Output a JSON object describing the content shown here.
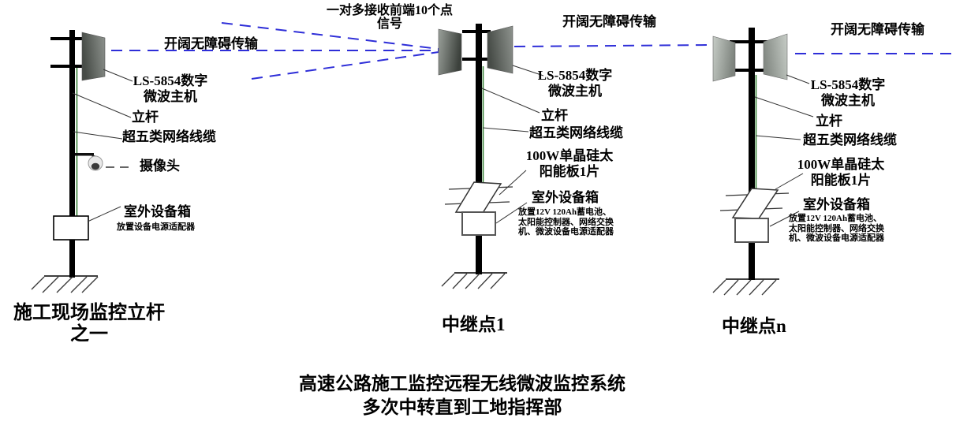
{
  "colors": {
    "signal_blue": "#2e2ed8",
    "cable_green": "#2f7d2f",
    "pointer_gray": "#333333"
  },
  "top_note": {
    "line1": "一对多接收前端10个点",
    "line2": "信号"
  },
  "title": {
    "line1": "高速公路施工监控远程无线微波监控系统",
    "line2": "多次中转直到工地指挥部"
  },
  "sites": {
    "site1": {
      "link_label": "开阔无障碍传输",
      "antenna_label_line1": "LS-5854数字",
      "antenna_label_line2": "微波主机",
      "pole_label": "立杆",
      "cable_label": "超五类网络线缆",
      "camera_label": "摄像头",
      "box_label": "室外设备箱",
      "box_sub_line1": "放置设备电源适配器",
      "caption_line1": "施工现场监控立杆",
      "caption_line2": "之一"
    },
    "site2": {
      "link_label": "开阔无障碍传输",
      "antenna_label_line1": "LS-5854数字",
      "antenna_label_line2": "微波主机",
      "pole_label": "立杆",
      "cable_label": "超五类网络线缆",
      "solar_label_line1": "100W单晶硅太",
      "solar_label_line2": "阳能板1片",
      "box_label": "室外设备箱",
      "box_sub_line1": "放置12V 120Ah蓄电池、",
      "box_sub_line2": "太阳能控制器、网络交换",
      "box_sub_line3": "机、微波设备电源适配器",
      "caption": "中继点1"
    },
    "site3": {
      "link_label": "开阔无障碍传输",
      "antenna_label_line1": "LS-5854数字",
      "antenna_label_line2": "微波主机",
      "pole_label": "立杆",
      "cable_label": "超五类网络线缆",
      "solar_label_line1": "100W单晶硅太",
      "solar_label_line2": "阳能板1片",
      "box_label": "室外设备箱",
      "box_sub_line1": "放置12V 120Ah蓄电池、",
      "box_sub_line2": "太阳能控制器、网络交换",
      "box_sub_line3": "机、微波设备电源适配器",
      "caption": "中继点n"
    }
  }
}
